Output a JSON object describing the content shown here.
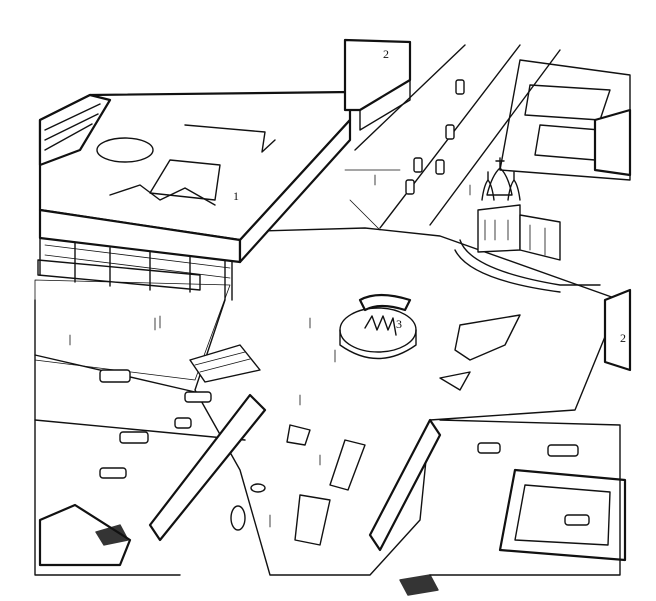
{
  "drawing": {
    "labels": {
      "building_1": "1",
      "building_2_top": "2",
      "fountain_3": "3",
      "building_2_right": "2"
    },
    "ink_color": "#111111",
    "paper_color": "#ffffff"
  }
}
